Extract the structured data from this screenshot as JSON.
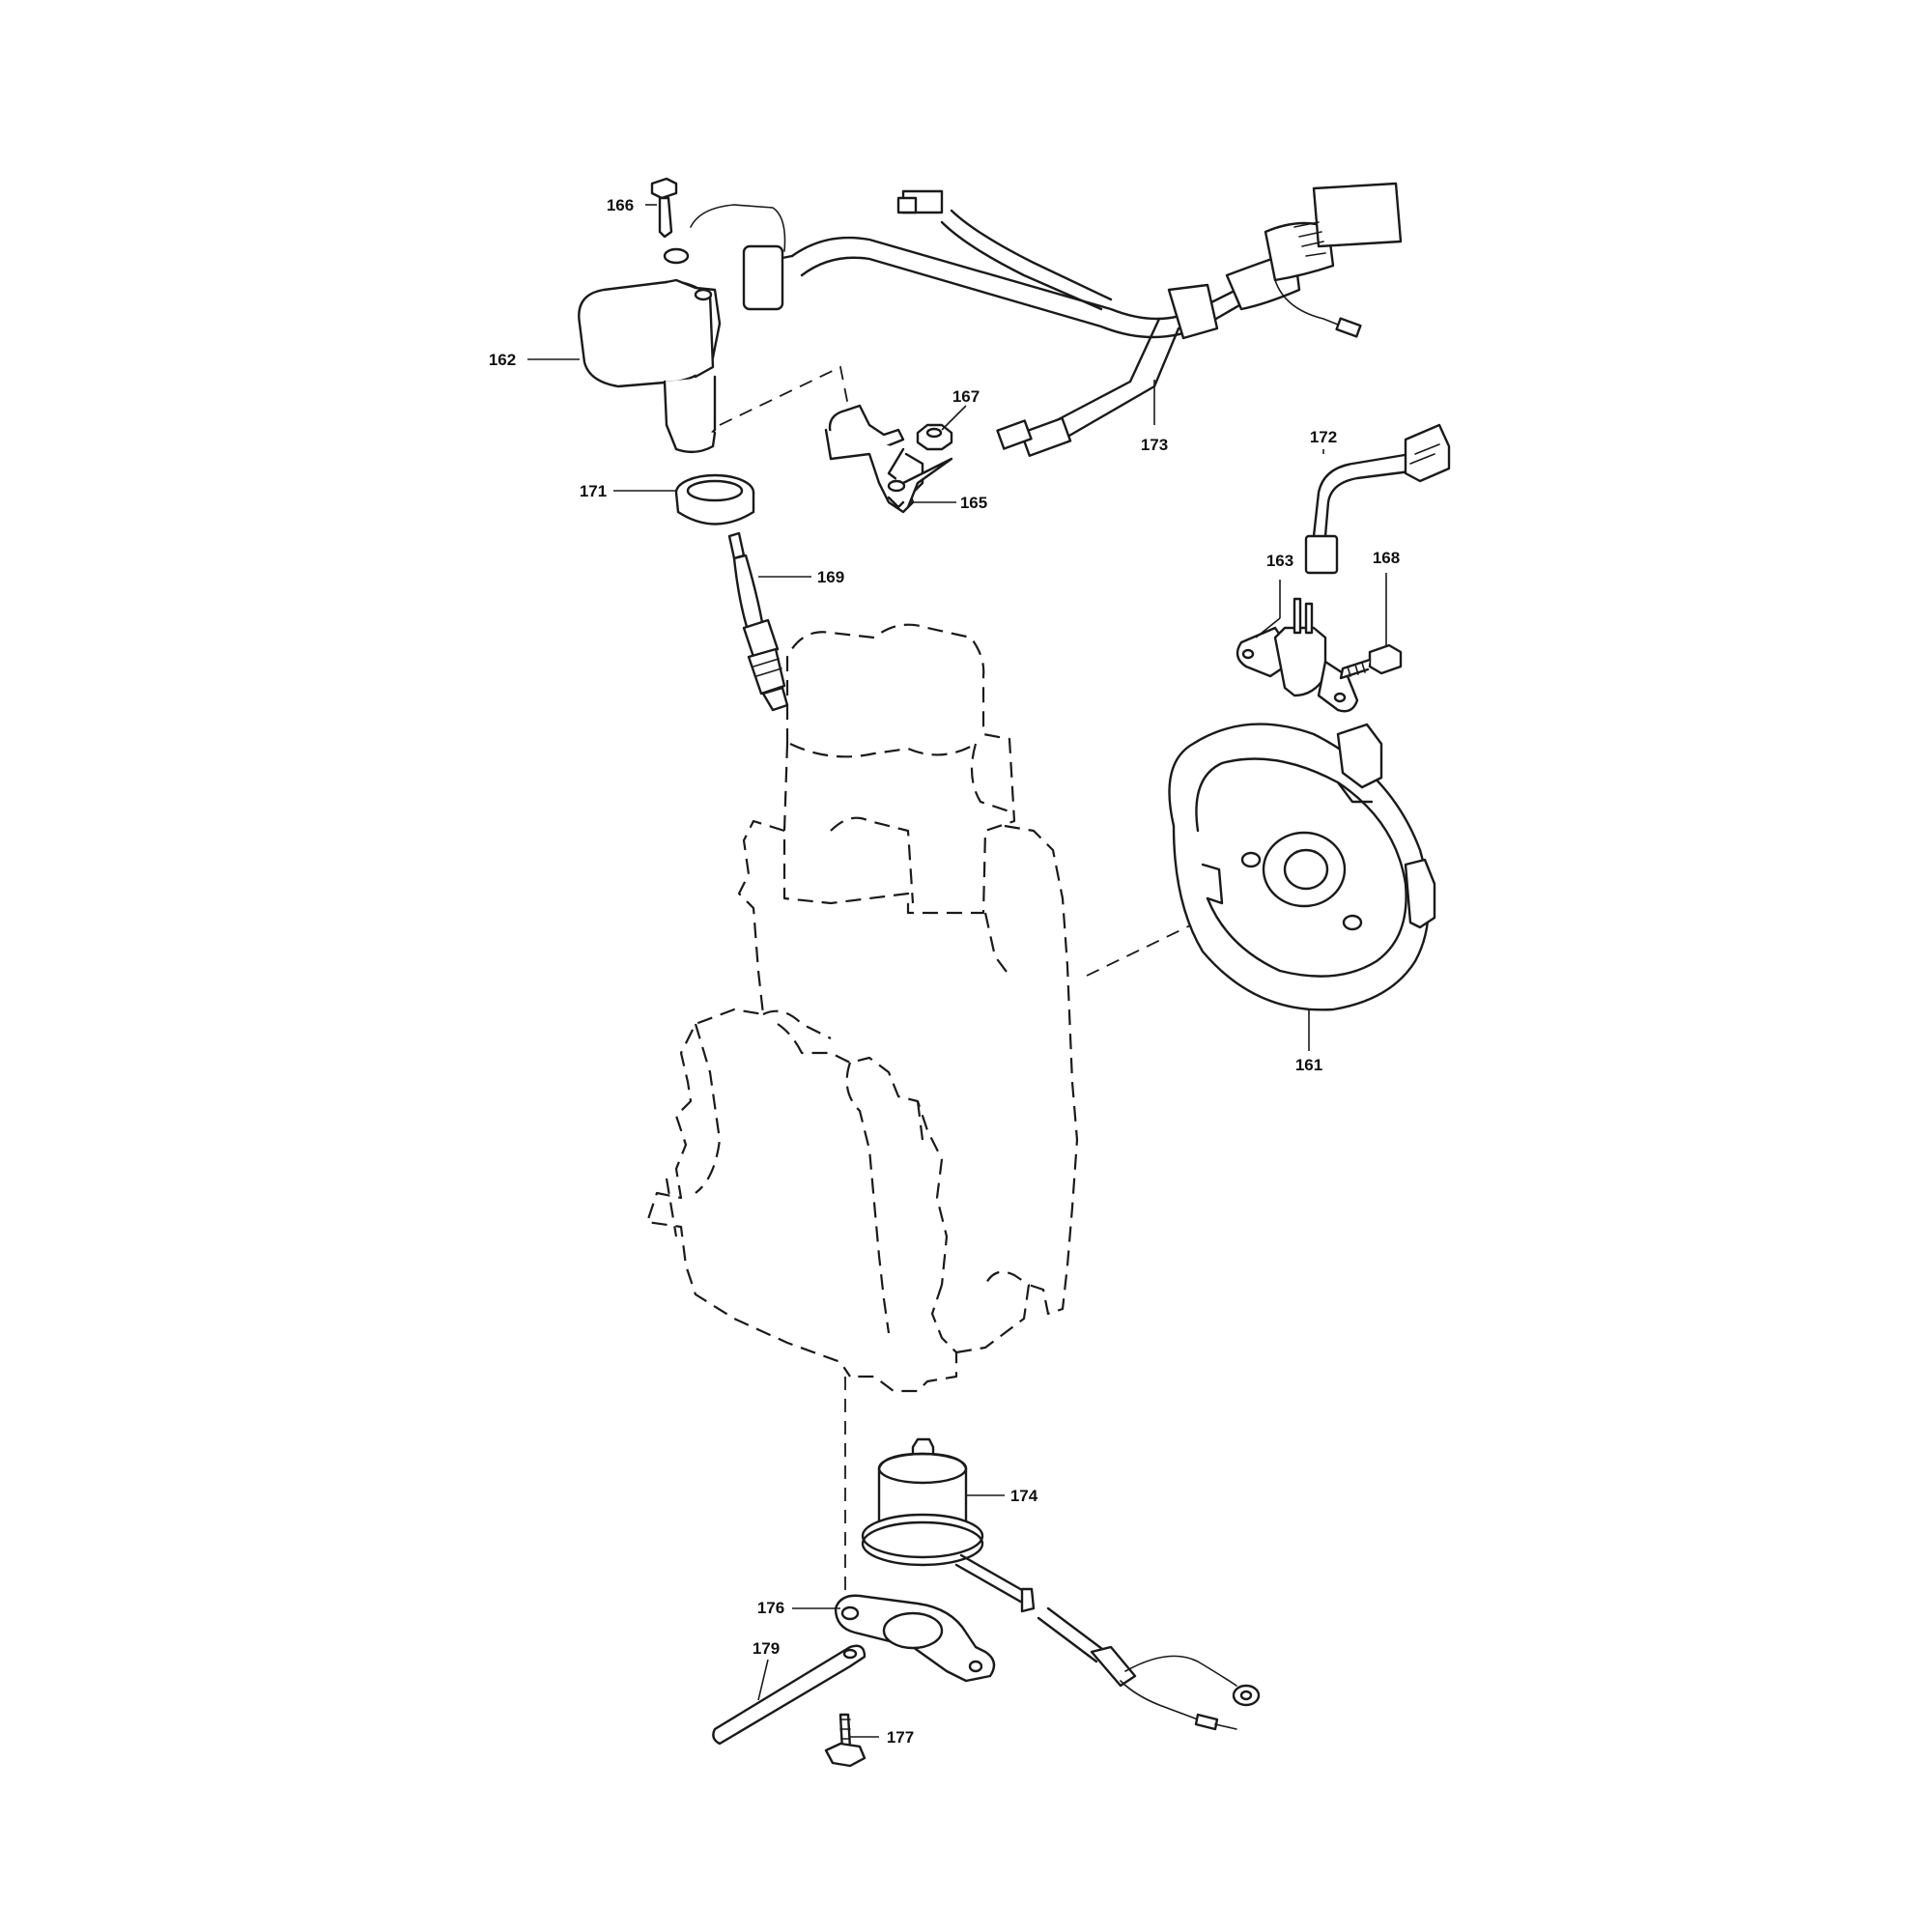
{
  "diagram": {
    "callouts": [
      {
        "id": "161",
        "label": "161"
      },
      {
        "id": "162",
        "label": "162"
      },
      {
        "id": "163",
        "label": "163"
      },
      {
        "id": "165",
        "label": "165"
      },
      {
        "id": "166",
        "label": "166"
      },
      {
        "id": "167",
        "label": "167"
      },
      {
        "id": "168",
        "label": "168"
      },
      {
        "id": "169",
        "label": "169"
      },
      {
        "id": "171",
        "label": "171"
      },
      {
        "id": "172",
        "label": "172"
      },
      {
        "id": "173",
        "label": "173"
      },
      {
        "id": "174",
        "label": "174"
      },
      {
        "id": "176",
        "label": "176"
      },
      {
        "id": "177",
        "label": "177"
      },
      {
        "id": "179",
        "label": "179"
      }
    ]
  },
  "colors": {
    "line": "#1a1a1a",
    "background": "#ffffff"
  }
}
